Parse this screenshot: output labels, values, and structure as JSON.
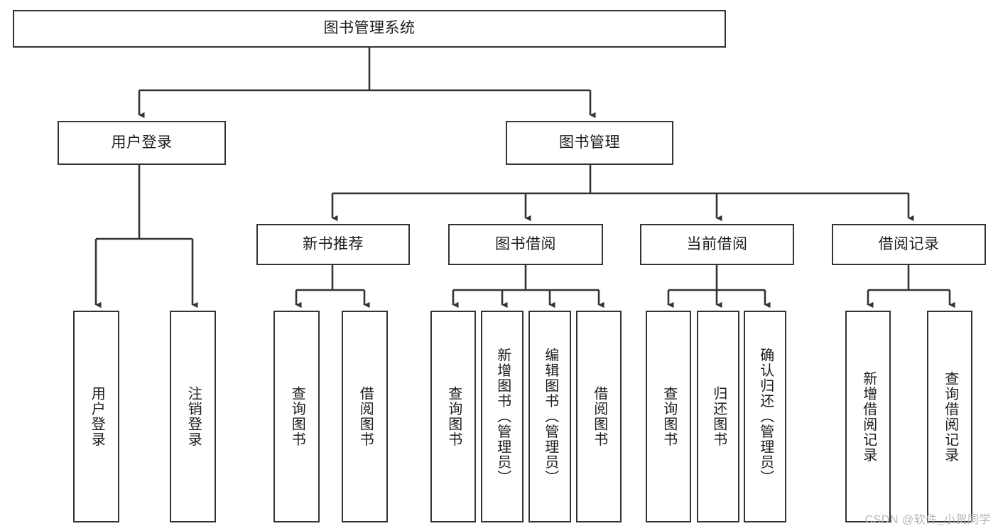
{
  "diagram": {
    "title": "图书管理系统",
    "type": "tree-hierarchy",
    "orientation": "top-down",
    "stroke_color": "#333333",
    "fill_color": "#ffffff",
    "text_color": "#1b1b1b",
    "nodes": {
      "root": {
        "label": "图书管理系统",
        "level": 1
      },
      "user_login": {
        "label": "用户登录",
        "level": 2
      },
      "book_manage": {
        "label": "图书管理",
        "level": 2
      },
      "new_book_rec": {
        "label": "新书推荐",
        "level": 3
      },
      "book_borrow": {
        "label": "图书借阅",
        "level": 3
      },
      "current_borrow": {
        "label": "当前借阅",
        "level": 3
      },
      "borrow_record": {
        "label": "借阅记录",
        "level": 3
      },
      "leaf_user_login": {
        "label": "用户登录",
        "level": 4
      },
      "leaf_logout": {
        "label": "注销登录",
        "level": 4
      },
      "leaf_query_book_a": {
        "label": "查询图书",
        "level": 4
      },
      "leaf_borrow_book_a": {
        "label": "借阅图书",
        "level": 4
      },
      "leaf_query_book_b": {
        "label": "查询图书",
        "level": 4
      },
      "leaf_add_book": {
        "label": "新增图书（管理员）",
        "level": 4
      },
      "leaf_edit_book": {
        "label": "编辑图书（管理员）",
        "level": 4
      },
      "leaf_borrow_book_b": {
        "label": "借阅图书",
        "level": 4
      },
      "leaf_query_book_c": {
        "label": "查询图书",
        "level": 4
      },
      "leaf_return_book": {
        "label": "归还图书",
        "level": 4
      },
      "leaf_confirm_return": {
        "label": "确认归还（管理员）",
        "level": 4
      },
      "leaf_add_record": {
        "label": "新增借阅记录",
        "level": 4
      },
      "leaf_query_record": {
        "label": "查询借阅记录",
        "level": 4
      }
    },
    "edges": [
      {
        "from": "root",
        "to": "user_login"
      },
      {
        "from": "root",
        "to": "book_manage"
      },
      {
        "from": "user_login",
        "to": "leaf_user_login"
      },
      {
        "from": "user_login",
        "to": "leaf_logout"
      },
      {
        "from": "book_manage",
        "to": "new_book_rec"
      },
      {
        "from": "book_manage",
        "to": "book_borrow"
      },
      {
        "from": "book_manage",
        "to": "current_borrow"
      },
      {
        "from": "book_manage",
        "to": "borrow_record"
      },
      {
        "from": "new_book_rec",
        "to": "leaf_query_book_a"
      },
      {
        "from": "new_book_rec",
        "to": "leaf_borrow_book_a"
      },
      {
        "from": "book_borrow",
        "to": "leaf_query_book_b"
      },
      {
        "from": "book_borrow",
        "to": "leaf_add_book"
      },
      {
        "from": "book_borrow",
        "to": "leaf_edit_book"
      },
      {
        "from": "book_borrow",
        "to": "leaf_borrow_book_b"
      },
      {
        "from": "current_borrow",
        "to": "leaf_query_book_c"
      },
      {
        "from": "current_borrow",
        "to": "leaf_return_book"
      },
      {
        "from": "current_borrow",
        "to": "leaf_confirm_return"
      },
      {
        "from": "borrow_record",
        "to": "leaf_add_record"
      },
      {
        "from": "borrow_record",
        "to": "leaf_query_record"
      }
    ]
  },
  "watermark": {
    "text": "CSDN @软件_小贺同学"
  }
}
